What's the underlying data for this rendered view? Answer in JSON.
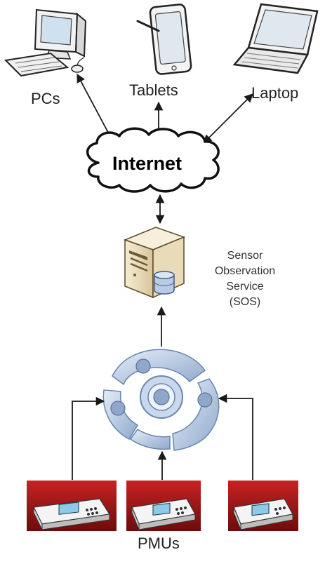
{
  "labels": {
    "pcs": "PCs",
    "tablets": "Tablets",
    "laptop": "Laptop",
    "internet": "Internet",
    "sos_lines": [
      "Sensor",
      "Observation",
      "Service",
      "(SOS)"
    ],
    "pmus": "PMUs"
  },
  "icons": {
    "pc": "desktop-computer-icon",
    "tablet": "tablet-icon",
    "laptop": "laptop-icon",
    "cloud": "cloud-icon",
    "server": "server-icon",
    "hub": "data-concentrator-icon",
    "pmu": "pmu-device-icon"
  },
  "colors": {
    "pmu_red": "#b01818",
    "hub_blue": "#a9bfdc",
    "server_tan": "#efe3c6",
    "line": "#1a1a1a"
  }
}
